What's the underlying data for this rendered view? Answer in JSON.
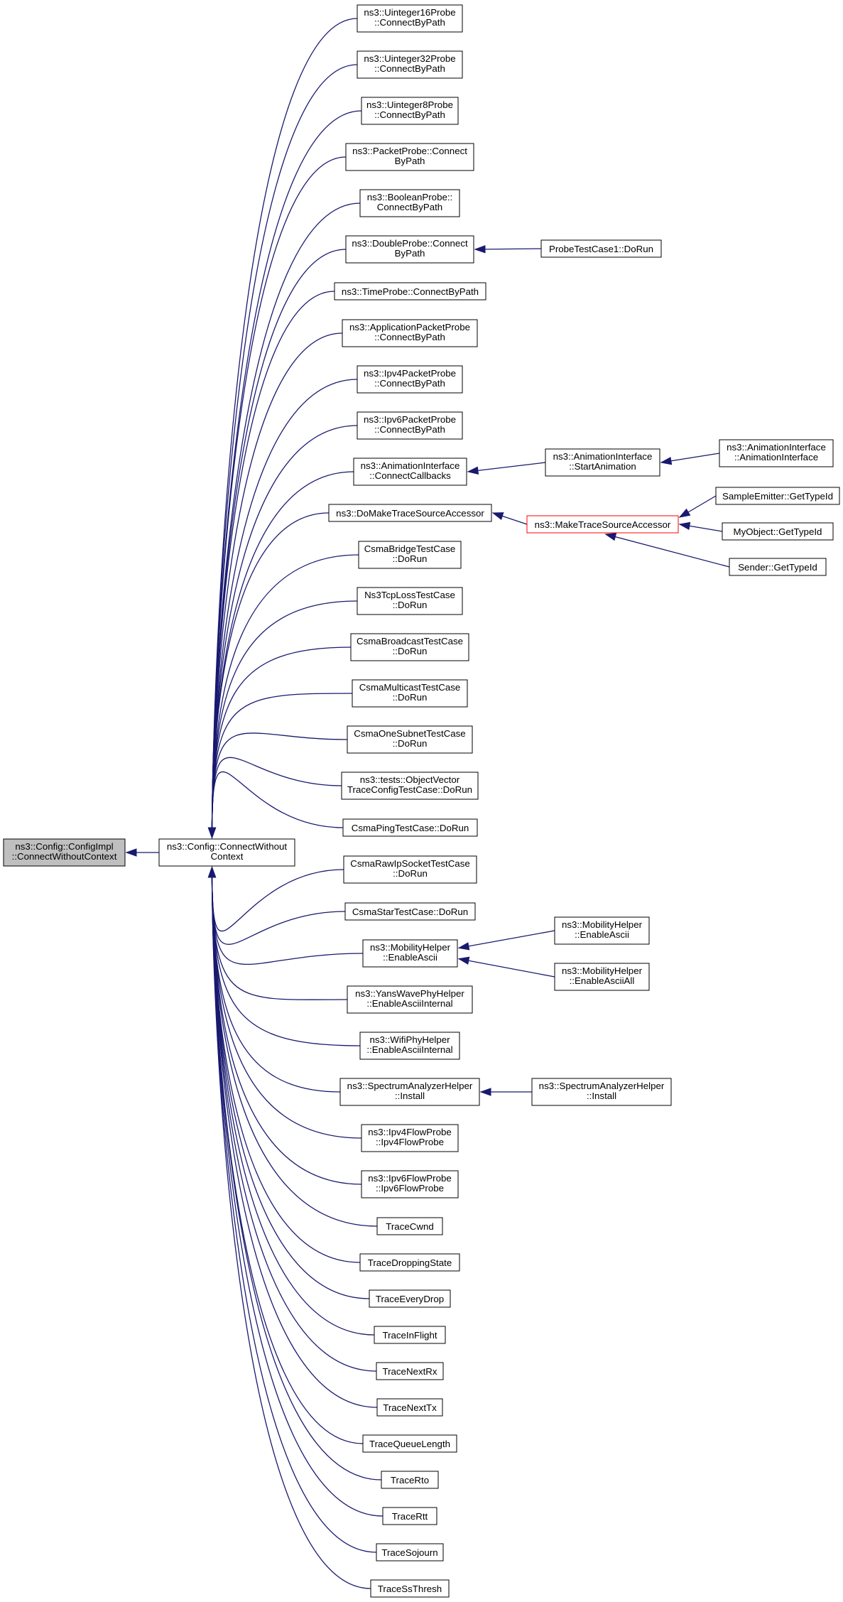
{
  "diagram": {
    "colors": {
      "edge": "#191970",
      "node_border": "#000000",
      "node_fill": "#ffffff",
      "root_fill": "#bfbfbf",
      "truncated_border": "#ff0000"
    },
    "nodes": [
      {
        "id": "root",
        "lines": [
          "ns3::Config::ConfigImpl",
          "::ConnectWithoutContext"
        ],
        "style": "highlight"
      },
      {
        "id": "cwc",
        "lines": [
          "ns3::Config::ConnectWithout",
          "Context"
        ]
      },
      {
        "id": "u16",
        "lines": [
          "ns3::Uinteger16Probe",
          "::ConnectByPath"
        ]
      },
      {
        "id": "u32",
        "lines": [
          "ns3::Uinteger32Probe",
          "::ConnectByPath"
        ]
      },
      {
        "id": "u8",
        "lines": [
          "ns3::Uinteger8Probe",
          "::ConnectByPath"
        ]
      },
      {
        "id": "pkt",
        "lines": [
          "ns3::PacketProbe::Connect",
          "ByPath"
        ]
      },
      {
        "id": "bool",
        "lines": [
          "ns3::BooleanProbe::",
          "ConnectByPath"
        ]
      },
      {
        "id": "dbl",
        "lines": [
          "ns3::DoubleProbe::Connect",
          "ByPath"
        ]
      },
      {
        "id": "probetc",
        "lines": [
          "ProbeTestCase1::DoRun"
        ]
      },
      {
        "id": "time",
        "lines": [
          "ns3::TimeProbe::ConnectByPath"
        ]
      },
      {
        "id": "apppkt",
        "lines": [
          "ns3::ApplicationPacketProbe",
          "::ConnectByPath"
        ]
      },
      {
        "id": "ip4pkt",
        "lines": [
          "ns3::Ipv4PacketProbe",
          "::ConnectByPath"
        ]
      },
      {
        "id": "ip6pkt",
        "lines": [
          "ns3::Ipv6PacketProbe",
          "::ConnectByPath"
        ]
      },
      {
        "id": "animcc",
        "lines": [
          "ns3::AnimationInterface",
          "::ConnectCallbacks"
        ]
      },
      {
        "id": "animstart",
        "lines": [
          "ns3::AnimationInterface",
          "::StartAnimation"
        ]
      },
      {
        "id": "animctor",
        "lines": [
          "ns3::AnimationInterface",
          "::AnimationInterface"
        ]
      },
      {
        "id": "domake",
        "lines": [
          "ns3::DoMakeTraceSourceAccessor"
        ]
      },
      {
        "id": "make",
        "lines": [
          "ns3::MakeTraceSourceAccessor"
        ],
        "style": "truncated"
      },
      {
        "id": "sample",
        "lines": [
          "SampleEmitter::GetTypeId"
        ]
      },
      {
        "id": "myobj",
        "lines": [
          "MyObject::GetTypeId"
        ]
      },
      {
        "id": "sender",
        "lines": [
          "Sender::GetTypeId"
        ]
      },
      {
        "id": "csmabridge",
        "lines": [
          "CsmaBridgeTestCase",
          "::DoRun"
        ]
      },
      {
        "id": "ns3tcp",
        "lines": [
          "Ns3TcpLossTestCase",
          "::DoRun"
        ]
      },
      {
        "id": "csmabcast",
        "lines": [
          "CsmaBroadcastTestCase",
          "::DoRun"
        ]
      },
      {
        "id": "csmamcast",
        "lines": [
          "CsmaMulticastTestCase",
          "::DoRun"
        ]
      },
      {
        "id": "csmaone",
        "lines": [
          "CsmaOneSubnetTestCase",
          "::DoRun"
        ]
      },
      {
        "id": "objvec",
        "lines": [
          "ns3::tests::ObjectVector",
          "TraceConfigTestCase::DoRun"
        ]
      },
      {
        "id": "csmaping",
        "lines": [
          "CsmaPingTestCase::DoRun"
        ]
      },
      {
        "id": "csmaraw",
        "lines": [
          "CsmaRawIpSocketTestCase",
          "::DoRun"
        ]
      },
      {
        "id": "csmastar",
        "lines": [
          "CsmaStarTestCase::DoRun"
        ]
      },
      {
        "id": "mobascii",
        "lines": [
          "ns3::MobilityHelper",
          "::EnableAscii"
        ]
      },
      {
        "id": "mobascii2",
        "lines": [
          "ns3::MobilityHelper",
          "::EnableAscii"
        ]
      },
      {
        "id": "mobasciiall",
        "lines": [
          "ns3::MobilityHelper",
          "::EnableAsciiAll"
        ]
      },
      {
        "id": "yans",
        "lines": [
          "ns3::YansWavePhyHelper",
          "::EnableAsciiInternal"
        ]
      },
      {
        "id": "wifi",
        "lines": [
          "ns3::WifiPhyHelper",
          "::EnableAsciiInternal"
        ]
      },
      {
        "id": "spec",
        "lines": [
          "ns3::SpectrumAnalyzerHelper",
          "::Install"
        ]
      },
      {
        "id": "spec2",
        "lines": [
          "ns3::SpectrumAnalyzerHelper",
          "::Install"
        ]
      },
      {
        "id": "ip4flow",
        "lines": [
          "ns3::Ipv4FlowProbe",
          "::Ipv4FlowProbe"
        ]
      },
      {
        "id": "ip6flow",
        "lines": [
          "ns3::Ipv6FlowProbe",
          "::Ipv6FlowProbe"
        ]
      },
      {
        "id": "cwnd",
        "lines": [
          "TraceCwnd"
        ]
      },
      {
        "id": "dropstate",
        "lines": [
          "TraceDroppingState"
        ]
      },
      {
        "id": "everydrop",
        "lines": [
          "TraceEveryDrop"
        ]
      },
      {
        "id": "inflight",
        "lines": [
          "TraceInFlight"
        ]
      },
      {
        "id": "nextrx",
        "lines": [
          "TraceNextRx"
        ]
      },
      {
        "id": "nexttx",
        "lines": [
          "TraceNextTx"
        ]
      },
      {
        "id": "qlen",
        "lines": [
          "TraceQueueLength"
        ]
      },
      {
        "id": "rto",
        "lines": [
          "TraceRto"
        ]
      },
      {
        "id": "rtt",
        "lines": [
          "TraceRtt"
        ]
      },
      {
        "id": "sojourn",
        "lines": [
          "TraceSojourn"
        ]
      },
      {
        "id": "ssthresh",
        "lines": [
          "TraceSsThresh"
        ]
      }
    ],
    "edges": [
      {
        "from": "cwc",
        "to": "root"
      },
      {
        "from": "u16",
        "to": "cwc"
      },
      {
        "from": "u32",
        "to": "cwc"
      },
      {
        "from": "u8",
        "to": "cwc"
      },
      {
        "from": "pkt",
        "to": "cwc"
      },
      {
        "from": "bool",
        "to": "cwc"
      },
      {
        "from": "dbl",
        "to": "cwc"
      },
      {
        "from": "probetc",
        "to": "dbl"
      },
      {
        "from": "time",
        "to": "cwc"
      },
      {
        "from": "apppkt",
        "to": "cwc"
      },
      {
        "from": "ip4pkt",
        "to": "cwc"
      },
      {
        "from": "ip6pkt",
        "to": "cwc"
      },
      {
        "from": "animcc",
        "to": "cwc"
      },
      {
        "from": "animstart",
        "to": "animcc"
      },
      {
        "from": "animctor",
        "to": "animstart"
      },
      {
        "from": "domake",
        "to": "cwc"
      },
      {
        "from": "make",
        "to": "domake"
      },
      {
        "from": "sample",
        "to": "make"
      },
      {
        "from": "myobj",
        "to": "make"
      },
      {
        "from": "sender",
        "to": "make"
      },
      {
        "from": "csmabridge",
        "to": "cwc"
      },
      {
        "from": "ns3tcp",
        "to": "cwc"
      },
      {
        "from": "csmabcast",
        "to": "cwc"
      },
      {
        "from": "csmamcast",
        "to": "cwc"
      },
      {
        "from": "csmaone",
        "to": "cwc"
      },
      {
        "from": "objvec",
        "to": "cwc"
      },
      {
        "from": "csmaping",
        "to": "cwc"
      },
      {
        "from": "csmaraw",
        "to": "cwc"
      },
      {
        "from": "csmastar",
        "to": "cwc"
      },
      {
        "from": "mobascii",
        "to": "cwc"
      },
      {
        "from": "mobascii2",
        "to": "mobascii"
      },
      {
        "from": "mobasciiall",
        "to": "mobascii"
      },
      {
        "from": "yans",
        "to": "cwc"
      },
      {
        "from": "wifi",
        "to": "cwc"
      },
      {
        "from": "spec",
        "to": "cwc"
      },
      {
        "from": "spec2",
        "to": "spec"
      },
      {
        "from": "ip4flow",
        "to": "cwc"
      },
      {
        "from": "ip6flow",
        "to": "cwc"
      },
      {
        "from": "cwnd",
        "to": "cwc"
      },
      {
        "from": "dropstate",
        "to": "cwc"
      },
      {
        "from": "everydrop",
        "to": "cwc"
      },
      {
        "from": "inflight",
        "to": "cwc"
      },
      {
        "from": "nextrx",
        "to": "cwc"
      },
      {
        "from": "nexttx",
        "to": "cwc"
      },
      {
        "from": "qlen",
        "to": "cwc"
      },
      {
        "from": "rto",
        "to": "cwc"
      },
      {
        "from": "rtt",
        "to": "cwc"
      },
      {
        "from": "sojourn",
        "to": "cwc"
      },
      {
        "from": "ssthresh",
        "to": "cwc"
      }
    ]
  }
}
